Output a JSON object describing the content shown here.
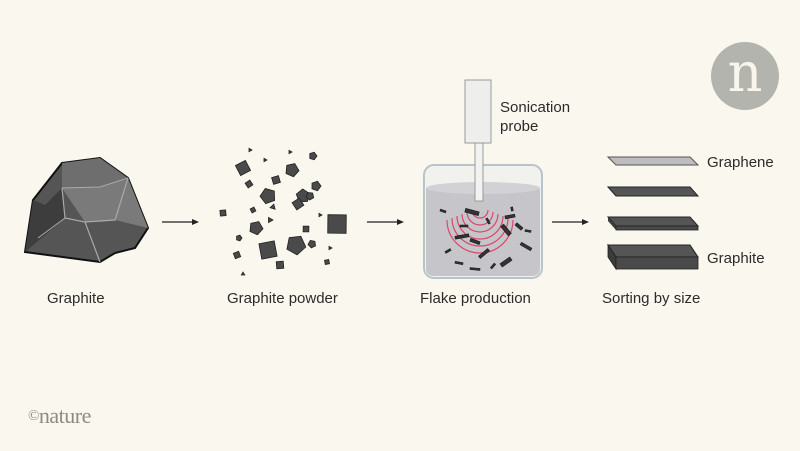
{
  "figure": {
    "steps": [
      {
        "id": "graphite",
        "label": "Graphite"
      },
      {
        "id": "powder",
        "label": "Graphite powder"
      },
      {
        "id": "flake",
        "label": "Flake production"
      },
      {
        "id": "sorting",
        "label": "Sorting by size"
      }
    ],
    "annotations": {
      "probe_line1": "Sonication",
      "probe_line2": "probe",
      "graphene": "Graphene",
      "graphite": "Graphite"
    },
    "colors": {
      "background": "#faf8ee",
      "rock": "#5a5a5a",
      "liquid": "#c9c9cc",
      "waves": "#d9476a",
      "graphene_sheet": "#bdbdbd",
      "graphite_sheet": "#555555"
    }
  },
  "branding": {
    "logo_letter": "n",
    "copyright_symbol": "©",
    "footer_text": "nature"
  }
}
